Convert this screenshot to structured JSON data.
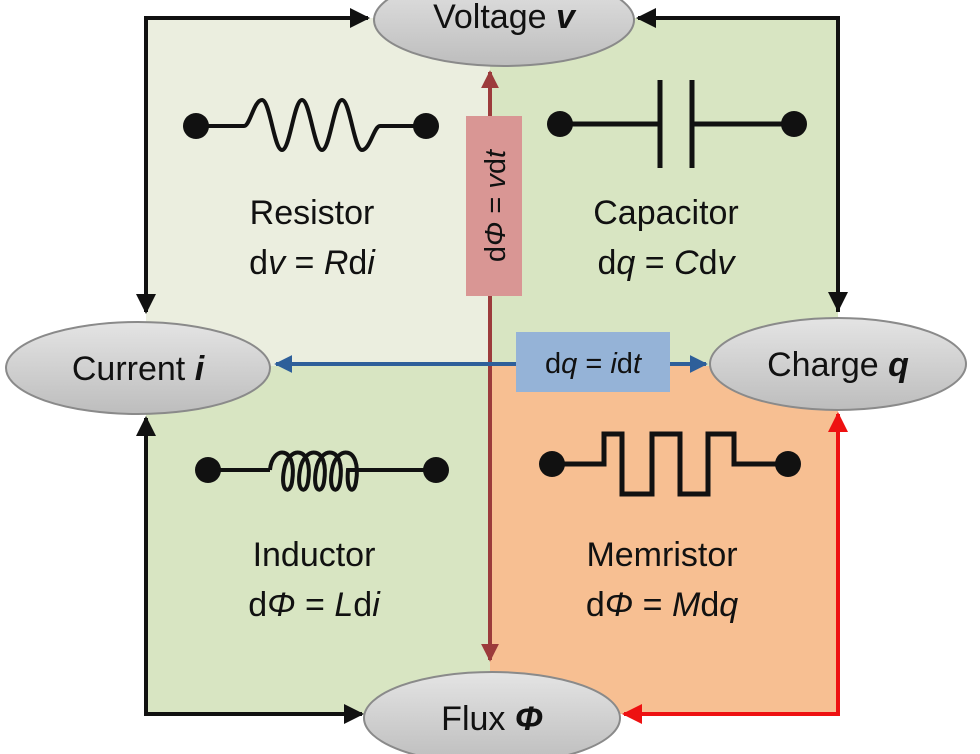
{
  "nodes": {
    "voltage": {
      "label": "Voltage ",
      "symbol": "v"
    },
    "current": {
      "label": "Current ",
      "symbol": "i"
    },
    "charge": {
      "label": "Charge ",
      "symbol": "q"
    },
    "flux": {
      "label": "Flux ",
      "symbol": "Φ"
    }
  },
  "quadrants": {
    "resistor": {
      "name": "Resistor",
      "eq": {
        "a": "d",
        "b": "v",
        "c": " = ",
        "d": "R",
        "e": "d",
        "f": "i"
      }
    },
    "capacitor": {
      "name": "Capacitor",
      "eq": {
        "a": "d",
        "b": "q",
        "c": " = ",
        "d": "C",
        "e": "d",
        "f": "v"
      }
    },
    "inductor": {
      "name": "Inductor",
      "eq": {
        "a": "d",
        "b": "Φ",
        "c": " = ",
        "d": "L",
        "e": "d",
        "f": "i"
      }
    },
    "memristor": {
      "name": "Memristor",
      "eq": {
        "a": "d",
        "b": "Φ",
        "c": " = ",
        "d": "M",
        "e": "d",
        "f": "q"
      }
    }
  },
  "relations": {
    "flux_voltage": {
      "a": "d",
      "b": "Φ",
      "c": " = ",
      "d": "v",
      "e": "d",
      "f": "t"
    },
    "charge_current": {
      "a": "d",
      "b": "q",
      "c": " = ",
      "d": "i",
      "e": "d",
      "f": "t"
    }
  },
  "colors": {
    "resistor_bg": "#ebeedf",
    "capacitor_bg": "#d8e5c2",
    "inductor_bg": "#d8e5c2",
    "memristor_bg": "#f7bf92",
    "node_fill": "#d0d0d0",
    "vertical_arrow": "#9c3b3b",
    "vertical_label_bg": "#d99694",
    "horizontal_arrow": "#2e5f9a",
    "horizontal_label_bg": "#95b3d7",
    "memristor_arrow": "#ee1111"
  }
}
